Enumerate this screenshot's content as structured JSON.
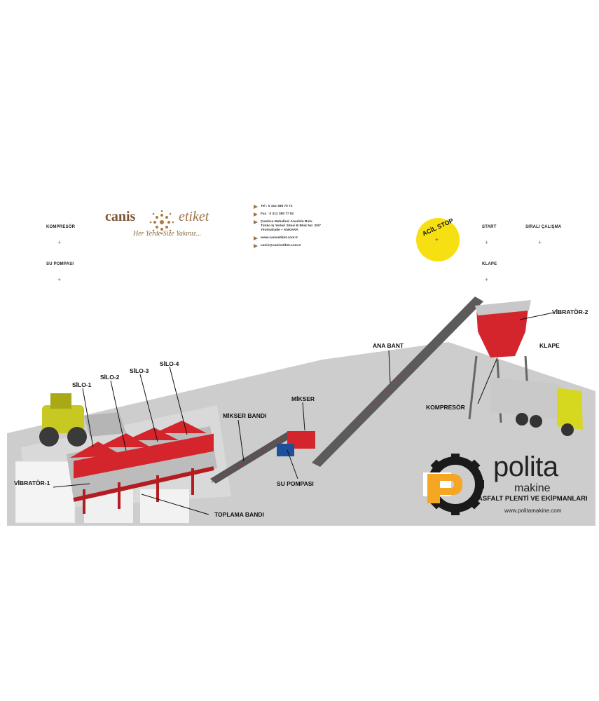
{
  "controls": {
    "kompresor": "KOMPRESÖR",
    "su_pompasi": "SU POMPASI",
    "start": "START",
    "sirali_calisma": "SIRALI ÇALIŞMA",
    "klape": "KLAPE",
    "plus": "+"
  },
  "emergency_stop": {
    "label": "ACİL STOP",
    "color": "#f7e012"
  },
  "canis_logo": {
    "name_left": "canis",
    "name_right": "etiket",
    "slogan": "Her Yerde Size Yakınız..."
  },
  "contact": {
    "tel": "Tel : 0 312 385 70 71",
    "fax": "Fax : 0 312 385 77 82",
    "address_1": "Çamlıca Mahallesi Anadolu Bulv.",
    "address_2": "Timko İş Yerleri Sitesi B Blok No: 20/7",
    "address_3": "Yenimahalle – ANKARA",
    "web": "www.canisetiket.com.tr",
    "email": "canis@canisetiket.com.tr"
  },
  "callouts": {
    "silo1": "SİLO-1",
    "silo2": "SİLO-2",
    "silo3": "SİLO-3",
    "silo4": "SİLO-4",
    "mikser_bandi": "MİKSER BANDI",
    "mikser": "MİKSER",
    "ana_bant": "ANA BANT",
    "vibrator2": "VİBRATÖR-2",
    "klape": "KLAPE",
    "kompresor": "KOMPRESÖR",
    "vibrator1": "VİBRATÖR-1",
    "su_pompasi": "SU POMPASI",
    "toplama_bandi": "TOPLAMA BANDI"
  },
  "polita": {
    "brand": "polita",
    "sub": "makine",
    "tagline": "ASFALT PLENTİ VE EKİPMANLARI",
    "url": "www.politamakine.com",
    "accent": "#f5a623",
    "gear": "#1a1a1a"
  },
  "colors": {
    "machine_red": "#d3252b",
    "ground": "#cfcfcf",
    "truck_yellow": "#d6d81f"
  }
}
